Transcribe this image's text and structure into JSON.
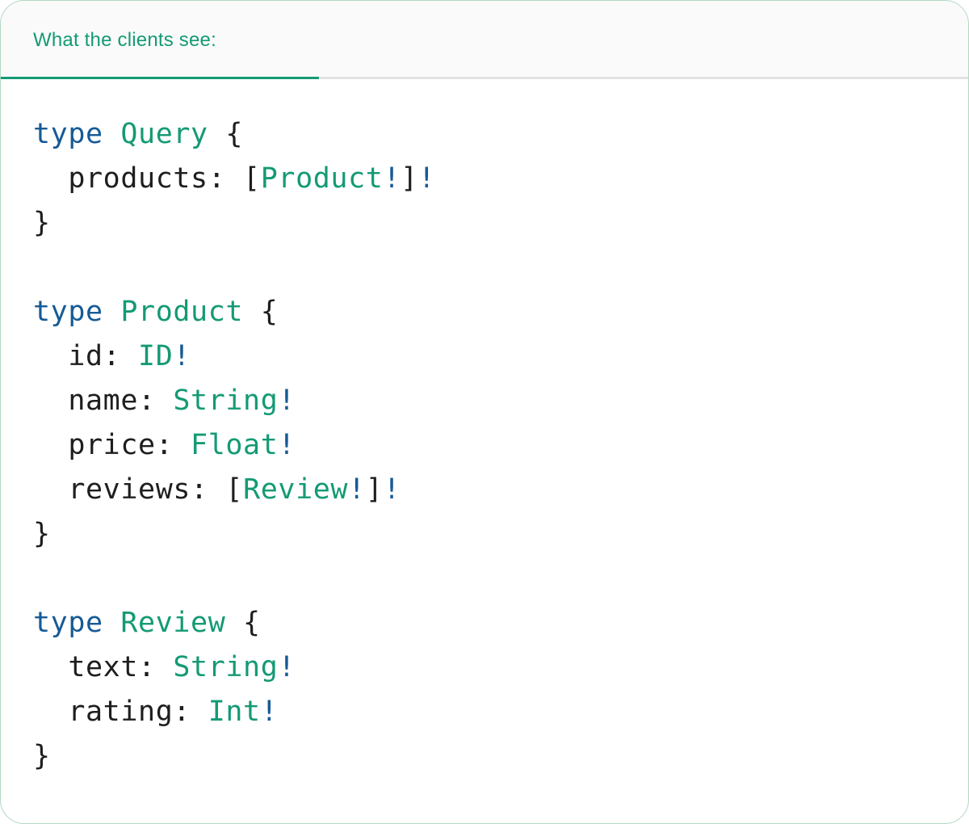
{
  "theme": {
    "accent": "#149a74",
    "keyword_blue": "#165a96",
    "code_text": "#1e1e1e",
    "divider": "#e3e3e3",
    "tabbar_bg": "#fafafa",
    "card_border": "#b3d8c2",
    "card_bg": "#ffffff"
  },
  "tab": {
    "label": "What the clients see:"
  },
  "code": {
    "lines": [
      [
        {
          "t": "type",
          "c": "kw"
        },
        {
          "t": " ",
          "c": "pl"
        },
        {
          "t": "Query",
          "c": "ty"
        },
        {
          "t": " {",
          "c": "pl"
        }
      ],
      [
        {
          "t": "  products: [",
          "c": "pl"
        },
        {
          "t": "Product",
          "c": "ty"
        },
        {
          "t": "!",
          "c": "kw"
        },
        {
          "t": "]",
          "c": "pl"
        },
        {
          "t": "!",
          "c": "kw"
        }
      ],
      [
        {
          "t": "}",
          "c": "pl"
        }
      ],
      [],
      [
        {
          "t": "type",
          "c": "kw"
        },
        {
          "t": " ",
          "c": "pl"
        },
        {
          "t": "Product",
          "c": "ty"
        },
        {
          "t": " {",
          "c": "pl"
        }
      ],
      [
        {
          "t": "  id: ",
          "c": "pl"
        },
        {
          "t": "ID",
          "c": "ty"
        },
        {
          "t": "!",
          "c": "kw"
        }
      ],
      [
        {
          "t": "  name: ",
          "c": "pl"
        },
        {
          "t": "String",
          "c": "ty"
        },
        {
          "t": "!",
          "c": "kw"
        }
      ],
      [
        {
          "t": "  price: ",
          "c": "pl"
        },
        {
          "t": "Float",
          "c": "ty"
        },
        {
          "t": "!",
          "c": "kw"
        }
      ],
      [
        {
          "t": "  reviews: [",
          "c": "pl"
        },
        {
          "t": "Review",
          "c": "ty"
        },
        {
          "t": "!",
          "c": "kw"
        },
        {
          "t": "]",
          "c": "pl"
        },
        {
          "t": "!",
          "c": "kw"
        }
      ],
      [
        {
          "t": "}",
          "c": "pl"
        }
      ],
      [],
      [
        {
          "t": "type",
          "c": "kw"
        },
        {
          "t": " ",
          "c": "pl"
        },
        {
          "t": "Review",
          "c": "ty"
        },
        {
          "t": " {",
          "c": "pl"
        }
      ],
      [
        {
          "t": "  text: ",
          "c": "pl"
        },
        {
          "t": "String",
          "c": "ty"
        },
        {
          "t": "!",
          "c": "kw"
        }
      ],
      [
        {
          "t": "  rating: ",
          "c": "pl"
        },
        {
          "t": "Int",
          "c": "ty"
        },
        {
          "t": "!",
          "c": "kw"
        }
      ],
      [
        {
          "t": "}",
          "c": "pl"
        }
      ]
    ]
  }
}
